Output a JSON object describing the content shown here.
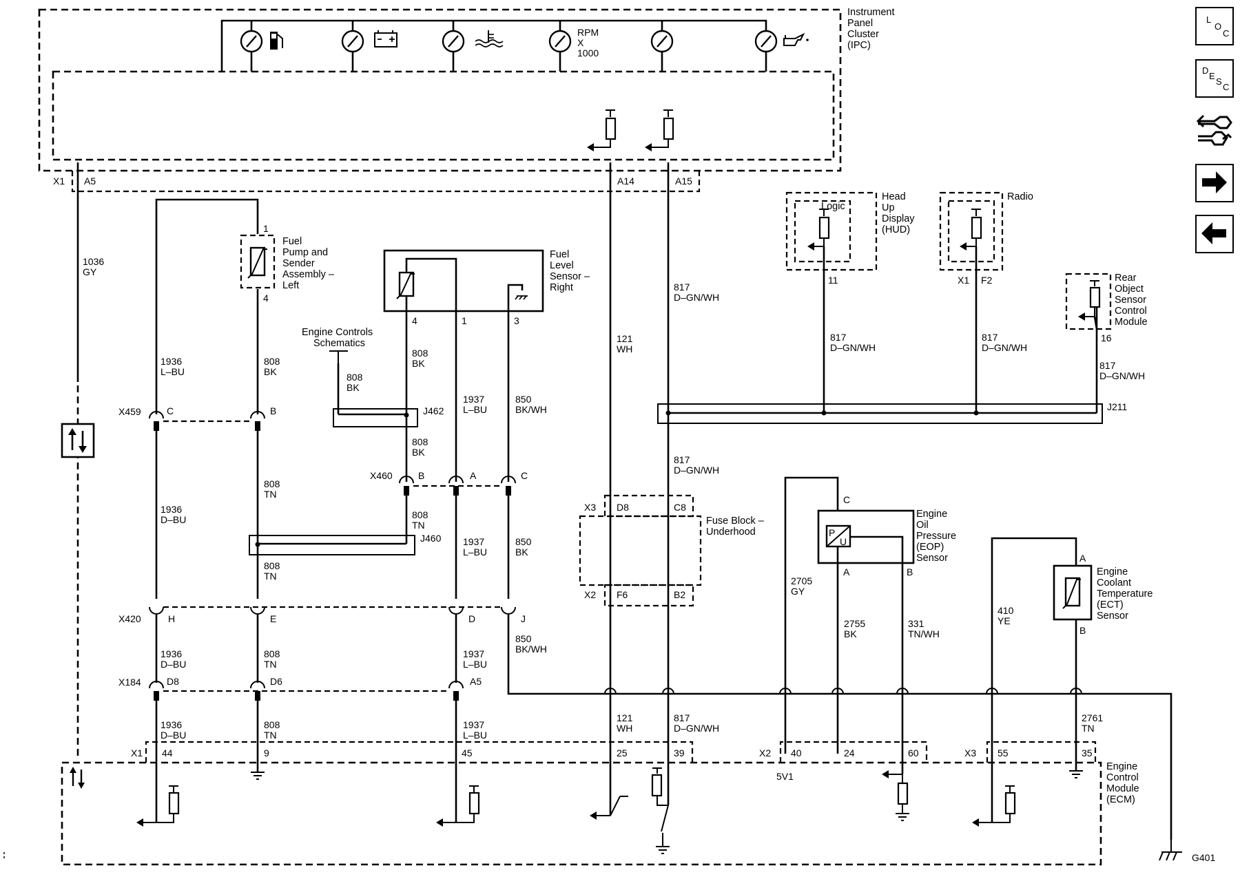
{
  "modules": {
    "ipc": [
      "Instrument",
      "Panel",
      "Cluster",
      "(IPC)"
    ],
    "fuel_pump_left": [
      "Fuel",
      "Pump and",
      "Sender",
      "Assembly –",
      "Left"
    ],
    "fuel_level_right": [
      "Fuel",
      "Level",
      "Sensor –",
      "Right"
    ],
    "engine_controls": [
      "Engine Controls",
      "Schematics"
    ],
    "hud": [
      "Head",
      "Up",
      "Display",
      "(HUD)"
    ],
    "hud_logic": "Logic",
    "radio": "Radio",
    "rear_object": [
      "Rear",
      "Object",
      "Sensor",
      "Control",
      "Module"
    ],
    "fuse_block": [
      "Fuse Block –",
      "Underhood"
    ],
    "eop": [
      "Engine",
      "Oil",
      "Pressure",
      "(EOP)",
      "Sensor"
    ],
    "ect": [
      "Engine",
      "Coolant",
      "Temperature",
      "(ECT)",
      "Sensor"
    ],
    "ecm": [
      "Engine",
      "Control",
      "Module",
      "(ECM)"
    ],
    "ground": "G401"
  },
  "gauges": {
    "rpm": [
      "RPM",
      "X",
      "1000"
    ]
  },
  "connectors": {
    "ipc_x1": "X1",
    "ipc_a5": "A5",
    "ipc_a14": "A14",
    "ipc_a15": "A15",
    "x459": "X459",
    "x459_c": "C",
    "x459_b": "B",
    "x460": "X460",
    "x460_b": "B",
    "x460_a": "A",
    "x460_c": "C",
    "x420": "X420",
    "x420_h": "H",
    "x420_e": "E",
    "x420_d": "D",
    "x420_j": "J",
    "x184": "X184",
    "x184_d8": "D8",
    "x184_d6": "D6",
    "x184_a5": "A5",
    "j462": "J462",
    "j460": "J460",
    "j211": "J211",
    "fp_pin1": "1",
    "fp_pin4": "4",
    "fl_pin4": "4",
    "fl_pin1": "1",
    "fl_pin3": "3",
    "hud_pin": "11",
    "radio_x1": "X1",
    "radio_f2": "F2",
    "ros_pin": "16",
    "fb_x3": "X3",
    "fb_d8": "D8",
    "fb_c8": "C8",
    "fb_x2": "X2",
    "fb_f6": "F6",
    "fb_b2": "B2",
    "eop_c": "C",
    "eop_a": "A",
    "eop_b": "B",
    "ect_a": "A",
    "ect_b": "B",
    "ecm_x1": "X1",
    "ecm_44": "44",
    "ecm_9": "9",
    "ecm_45": "45",
    "ecm_25": "25",
    "ecm_39": "39",
    "ecm_x2": "X2",
    "ecm_40": "40",
    "ecm_24": "24",
    "ecm_60": "60",
    "ecm_5v1": "5V1",
    "ecm_x3": "X3",
    "ecm_55": "55",
    "ecm_35": "35"
  },
  "wires": {
    "w1036": [
      "1036",
      "GY"
    ],
    "w1936_lbu": [
      "1936",
      "L–BU"
    ],
    "w808_bk_a": [
      "808",
      "BK"
    ],
    "w808_bk_ec": [
      "808",
      "BK"
    ],
    "w808_bk_fl": [
      "808",
      "BK"
    ],
    "w808_bk_b": [
      "808",
      "BK"
    ],
    "w1937_lbu_a": [
      "1937",
      "L–BU"
    ],
    "w850_bkwh_a": [
      "850",
      "BK/WH"
    ],
    "w1936_dbu_a": [
      "1936",
      "D–BU"
    ],
    "w808_tn_a": [
      "808",
      "TN"
    ],
    "w808_tn_b": [
      "808",
      "TN"
    ],
    "w808_tn_c": [
      "808",
      "TN"
    ],
    "w1937_lbu_b": [
      "1937",
      "L–BU"
    ],
    "w850_bk": [
      "850",
      "BK"
    ],
    "w1936_dbu_b": [
      "1936",
      "D–BU"
    ],
    "w808_tn_d": [
      "808",
      "TN"
    ],
    "w1937_lbu_c": [
      "1937",
      "L–BU"
    ],
    "w850_bkwh_b": [
      "850",
      "BK/WH"
    ],
    "w1936_dbu_c": [
      "1936",
      "D–BU"
    ],
    "w808_tn_e": [
      "808",
      "TN"
    ],
    "w1937_lbu_d": [
      "1937",
      "L–BU"
    ],
    "w121_a": [
      "121",
      "WH"
    ],
    "w121_b": [
      "121",
      "WH"
    ],
    "w817_a": [
      "817",
      "D–GN/WH"
    ],
    "w817_b": [
      "817",
      "D–GN/WH"
    ],
    "w817_c": [
      "817",
      "D–GN/WH"
    ],
    "w817_hud": [
      "817",
      "D–GN/WH"
    ],
    "w817_radio": [
      "817",
      "D–GN/WH"
    ],
    "w817_ros": [
      "817",
      "D–GN/WH"
    ],
    "w2705": [
      "2705",
      "GY"
    ],
    "w2755": [
      "2755",
      "BK"
    ],
    "w331": [
      "331",
      "TN/WH"
    ],
    "w410": [
      "410",
      "YE"
    ],
    "w2761": [
      "2761",
      "TN"
    ]
  },
  "nav": {
    "loc": [
      "L",
      "O",
      "C"
    ],
    "desc": [
      "D",
      "E",
      "S",
      "C"
    ],
    "next_icon": "arrow-right-icon",
    "prev_icon": "arrow-left-icon",
    "conn_icon": "connector-view-icon"
  }
}
